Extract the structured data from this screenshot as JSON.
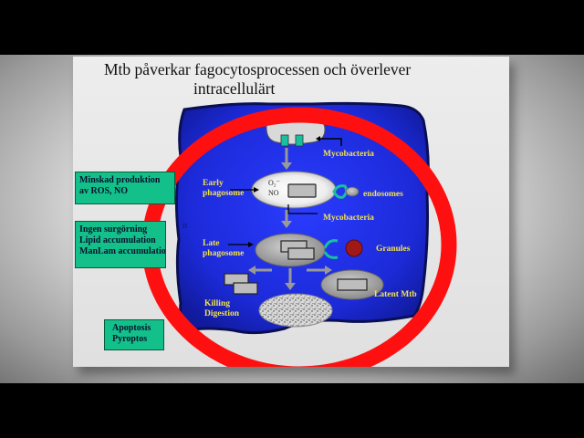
{
  "slide": {
    "title_line1": "Mtb påverkar fagocytosprocessen och överlever",
    "title_line2": "intracellulärt"
  },
  "labels": {
    "mycobacteria_top": "Mycobacteria",
    "early_phagosome": "Early\nphagosome",
    "endosomes": "endosomes",
    "mycobacteria_mid": "Mycobacteria",
    "late_phagosome": "Late\nphagosome",
    "granules": "Granules",
    "latent_mtb": "Latent Mtb",
    "killing_digestion": "Killing\nDigestion",
    "oxygen_symbol": "O₂⁻",
    "no_symbol": "NO",
    "stray_letter": "n"
  },
  "boxes": {
    "ros": "Minskad produktion\nav ROS, NO",
    "acid": "Ingen surgörning\nLipid accumulation\nManLam accumulation",
    "apoptosis": "Apoptosis\nPyroptos"
  },
  "colors": {
    "cell_blue": "#1f2fe0",
    "cell_border": "#0a0f55",
    "label_yellow": "#f2e24b",
    "box_green": "#13c08a",
    "ring_red": "#ff1010",
    "granule_red": "#a01818"
  }
}
